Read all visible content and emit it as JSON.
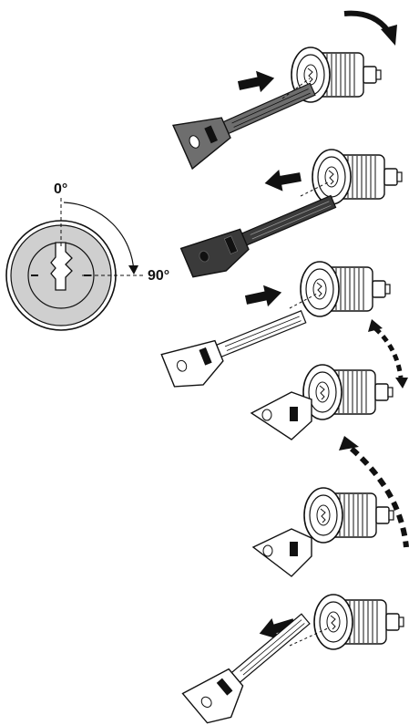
{
  "dial": {
    "angle_start_label": "0°",
    "angle_end_label": "90°"
  },
  "steps": [
    {
      "key_state": "inserting",
      "key_shade": "dark-gray",
      "arrow": "straight-right",
      "rotation_hint": "clockwise-arrow"
    },
    {
      "key_state": "withdrawing",
      "key_shade": "black",
      "arrow": "straight-left",
      "rotation_hint": "none"
    },
    {
      "key_state": "inserting",
      "key_shade": "white",
      "arrow": "straight-right",
      "rotation_hint": "none"
    },
    {
      "key_state": "turning",
      "key_shade": "white",
      "arrow": "none",
      "rotation_hint": "dashed-double-arrow"
    },
    {
      "key_state": "turned",
      "key_shade": "white",
      "arrow": "none",
      "rotation_hint": "dashed-curved-arrow"
    },
    {
      "key_state": "withdrawing",
      "key_shade": "white",
      "arrow": "straight-left",
      "rotation_hint": "none"
    }
  ],
  "colors": {
    "outline": "#111111",
    "dark_key": "#6e6e6e",
    "black_key": "#3a3a3a",
    "dial_fill": "#cfcfcf",
    "arrow_fill": "#111111"
  }
}
